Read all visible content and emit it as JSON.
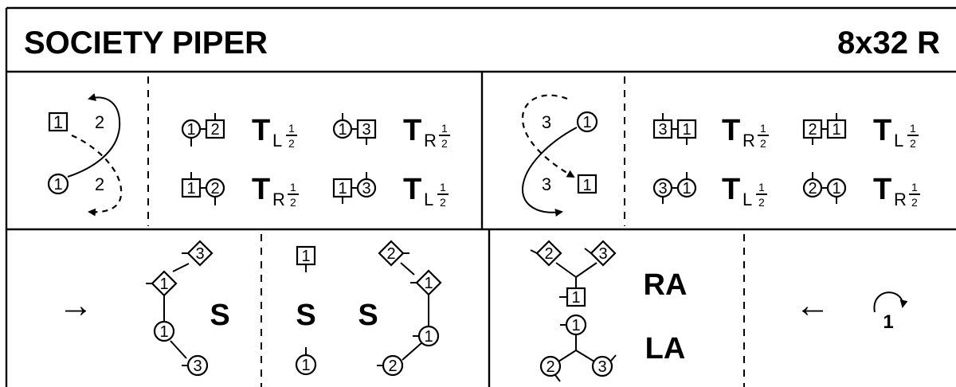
{
  "header": {
    "title": "SOCIETY PIPER",
    "formation": "8x32 R"
  },
  "bar1": {
    "left_figure": {
      "top_square": "1",
      "top_plain": "2",
      "bottom_circle": "1",
      "bottom_plain": "2"
    },
    "turns": [
      {
        "a": "1",
        "b": "2",
        "t": "T",
        "hand": "L",
        "frac": "1/2"
      },
      {
        "a": "1",
        "b": "3",
        "t": "T",
        "hand": "R",
        "frac": "1/2"
      },
      {
        "a": "1",
        "b": "2",
        "t": "T",
        "hand": "R",
        "frac": "1/2"
      },
      {
        "a": "1",
        "b": "3",
        "t": "T",
        "hand": "L",
        "frac": "1/2"
      }
    ]
  },
  "bar2": {
    "right_figure": {
      "top_plain": "3",
      "top_circle": "1",
      "bottom_plain": "3",
      "bottom_square": "1"
    },
    "turns": [
      {
        "a": "3",
        "b": "1",
        "t": "T",
        "hand": "R",
        "frac": "1/2"
      },
      {
        "a": "2",
        "b": "1",
        "t": "T",
        "hand": "L",
        "frac": "1/2"
      },
      {
        "a": "3",
        "b": "1",
        "t": "T",
        "hand": "L",
        "frac": "1/2"
      },
      {
        "a": "2",
        "b": "1",
        "t": "T",
        "hand": "R",
        "frac": "1/2"
      }
    ]
  },
  "bar3": {
    "arrow": "→",
    "group_a": {
      "d3": "3",
      "d1": "1",
      "c1": "1",
      "c3": "3",
      "letter": "S"
    },
    "group_b": {
      "s1": "1",
      "c1": "1",
      "letter": "S"
    },
    "group_c": {
      "d2": "2",
      "d1": "1",
      "c1": "1",
      "c2": "2",
      "letter": "S"
    }
  },
  "bar4": {
    "top": {
      "d2": "2",
      "d3": "3",
      "s1": "1",
      "label": "RA"
    },
    "bottom": {
      "c1": "1",
      "c2": "2",
      "c3": "3",
      "label": "LA"
    },
    "arrow": "←",
    "cast": "1"
  }
}
